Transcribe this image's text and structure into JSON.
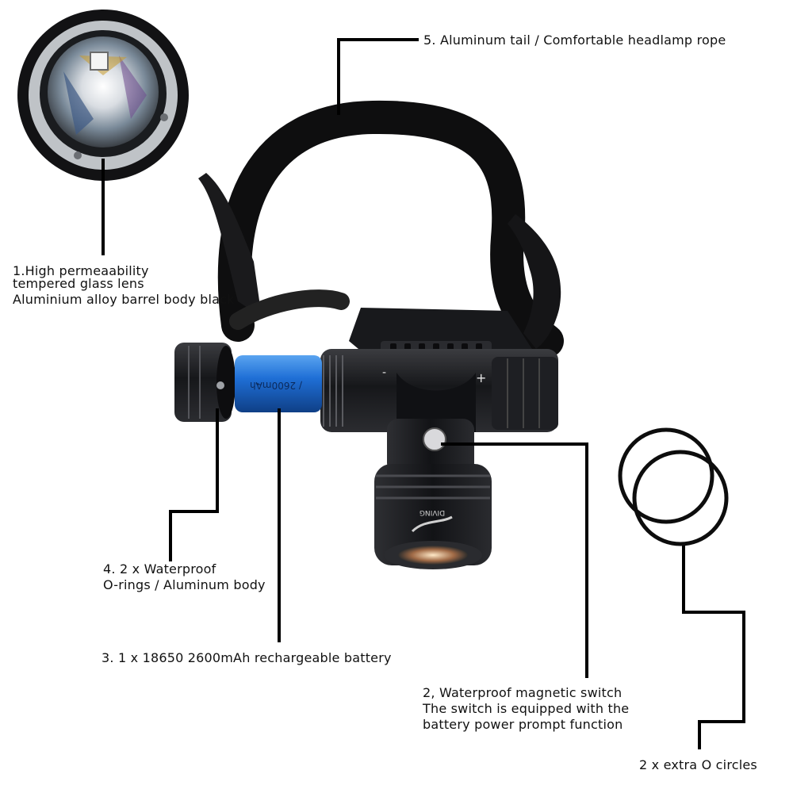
{
  "labels": {
    "lens": {
      "line1": "1.High permeaability",
      "line2": "tempered glass lens",
      "line3": "Aluminium alloy barrel body black"
    },
    "tail": {
      "text": "5.   Aluminum tail / Comfortable headlamp rope"
    },
    "orings": {
      "line1": "4.   2 x Waterproof",
      "line2": "O-rings / Aluminum body"
    },
    "battery_label": {
      "text": "3.   1 x 18650 2600mAh rechargeable battery"
    },
    "switch": {
      "line1": "2,   Waterproof magnetic switch",
      "line2": "The switch is equipped with the",
      "line3": "battery power prompt function"
    },
    "extra": {
      "text": "2 x extra O circles"
    }
  },
  "product": {
    "battery_print": "/ 2600mAh",
    "head_print": "DIVING",
    "minus_mark": "-",
    "plus_mark": "+"
  },
  "colors": {
    "accent_battery": "#1f6fd6",
    "metal_dark": "#1b1b1d",
    "strap": "#0e0e0f",
    "leader": "#000000"
  }
}
